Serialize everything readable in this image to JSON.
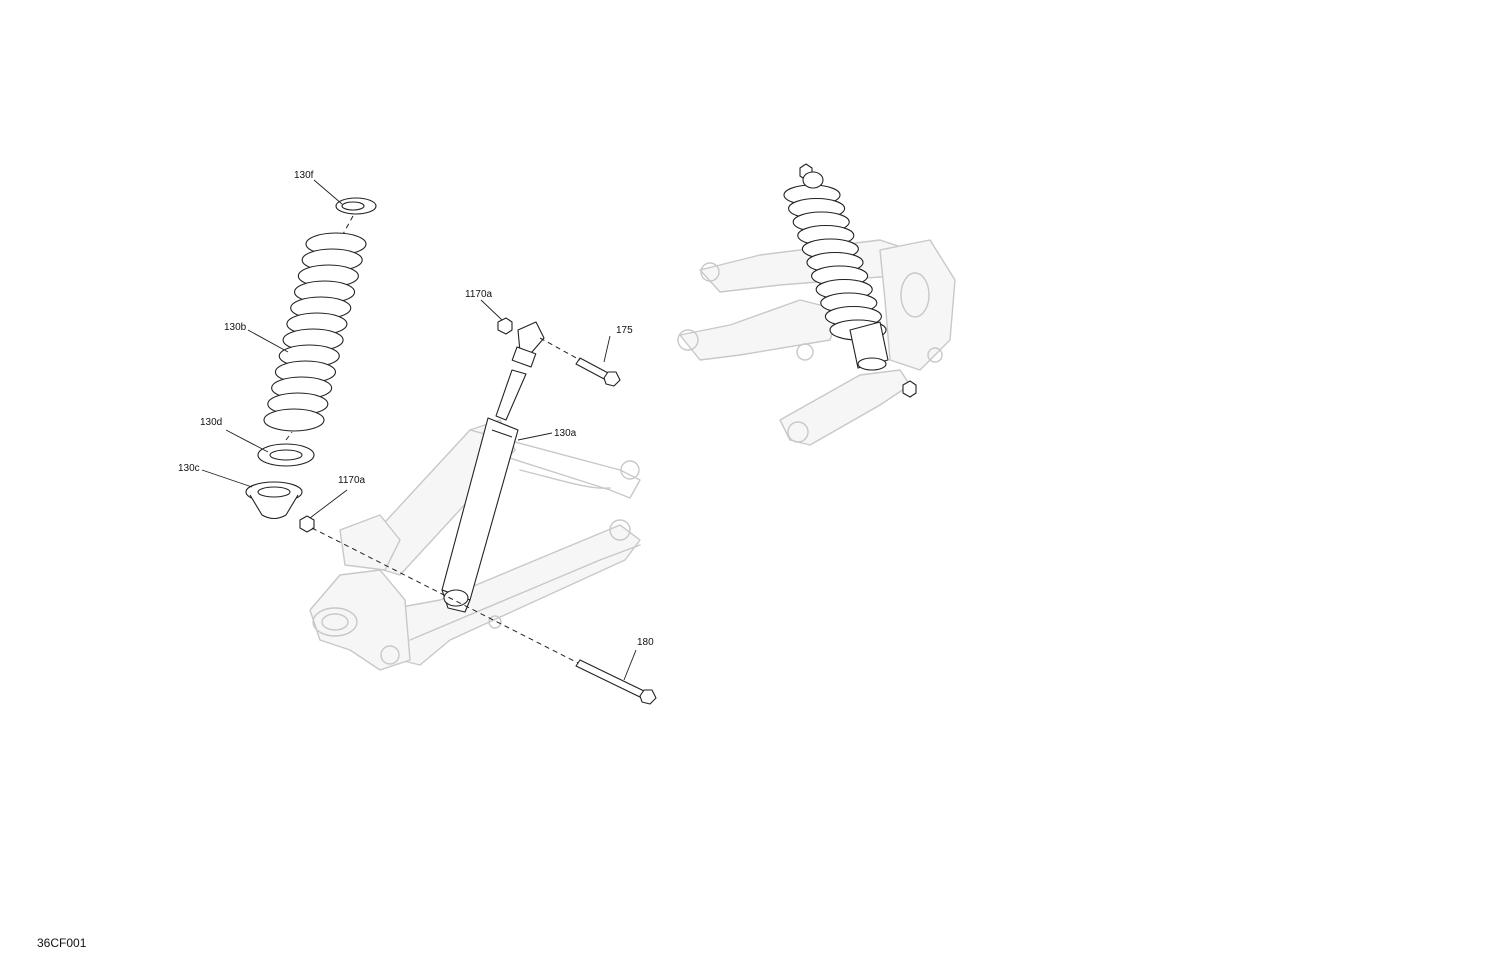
{
  "figure_code": "36CF001",
  "callouts": {
    "spring_clip": "130f",
    "spring": "130b",
    "spring_seat": "130d",
    "adjuster_ring": "130c",
    "nut_upper": "1170a",
    "nut_lower": "1170a",
    "bolt_upper": "175",
    "shock_body": "130a",
    "bolt_lower": "180"
  }
}
